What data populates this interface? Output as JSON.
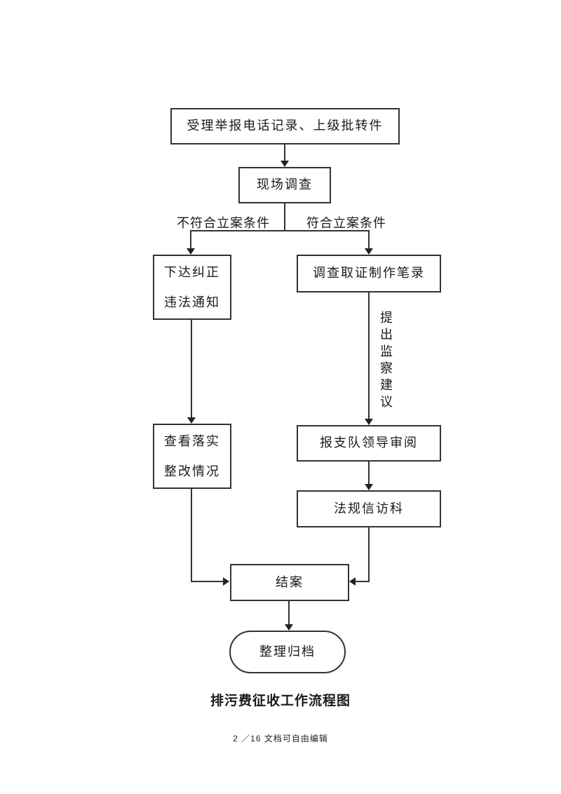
{
  "flowchart": {
    "receive": "受理举报电话记录、上级批转件",
    "investigate": "现场调查",
    "branch_left_label": "不符合立案条件",
    "branch_right_label": "符合立案条件",
    "notice": {
      "line1": "下达纠正",
      "line2": "违法通知"
    },
    "evidence": "调查取证制作笔录",
    "suggestion_label": "提出监察建议",
    "check": {
      "line1": "查看落实",
      "line2": "整改情况"
    },
    "review": "报支队领导审阅",
    "legal": "法规信访科",
    "close": "结案",
    "archive": "整理归档",
    "caption": "排污费征收工作流程图"
  },
  "footer": {
    "text": "2 ／16 文档可自由编辑"
  },
  "colors": {
    "line": "#333333",
    "text": "#1a1a1a",
    "background": "#ffffff"
  }
}
